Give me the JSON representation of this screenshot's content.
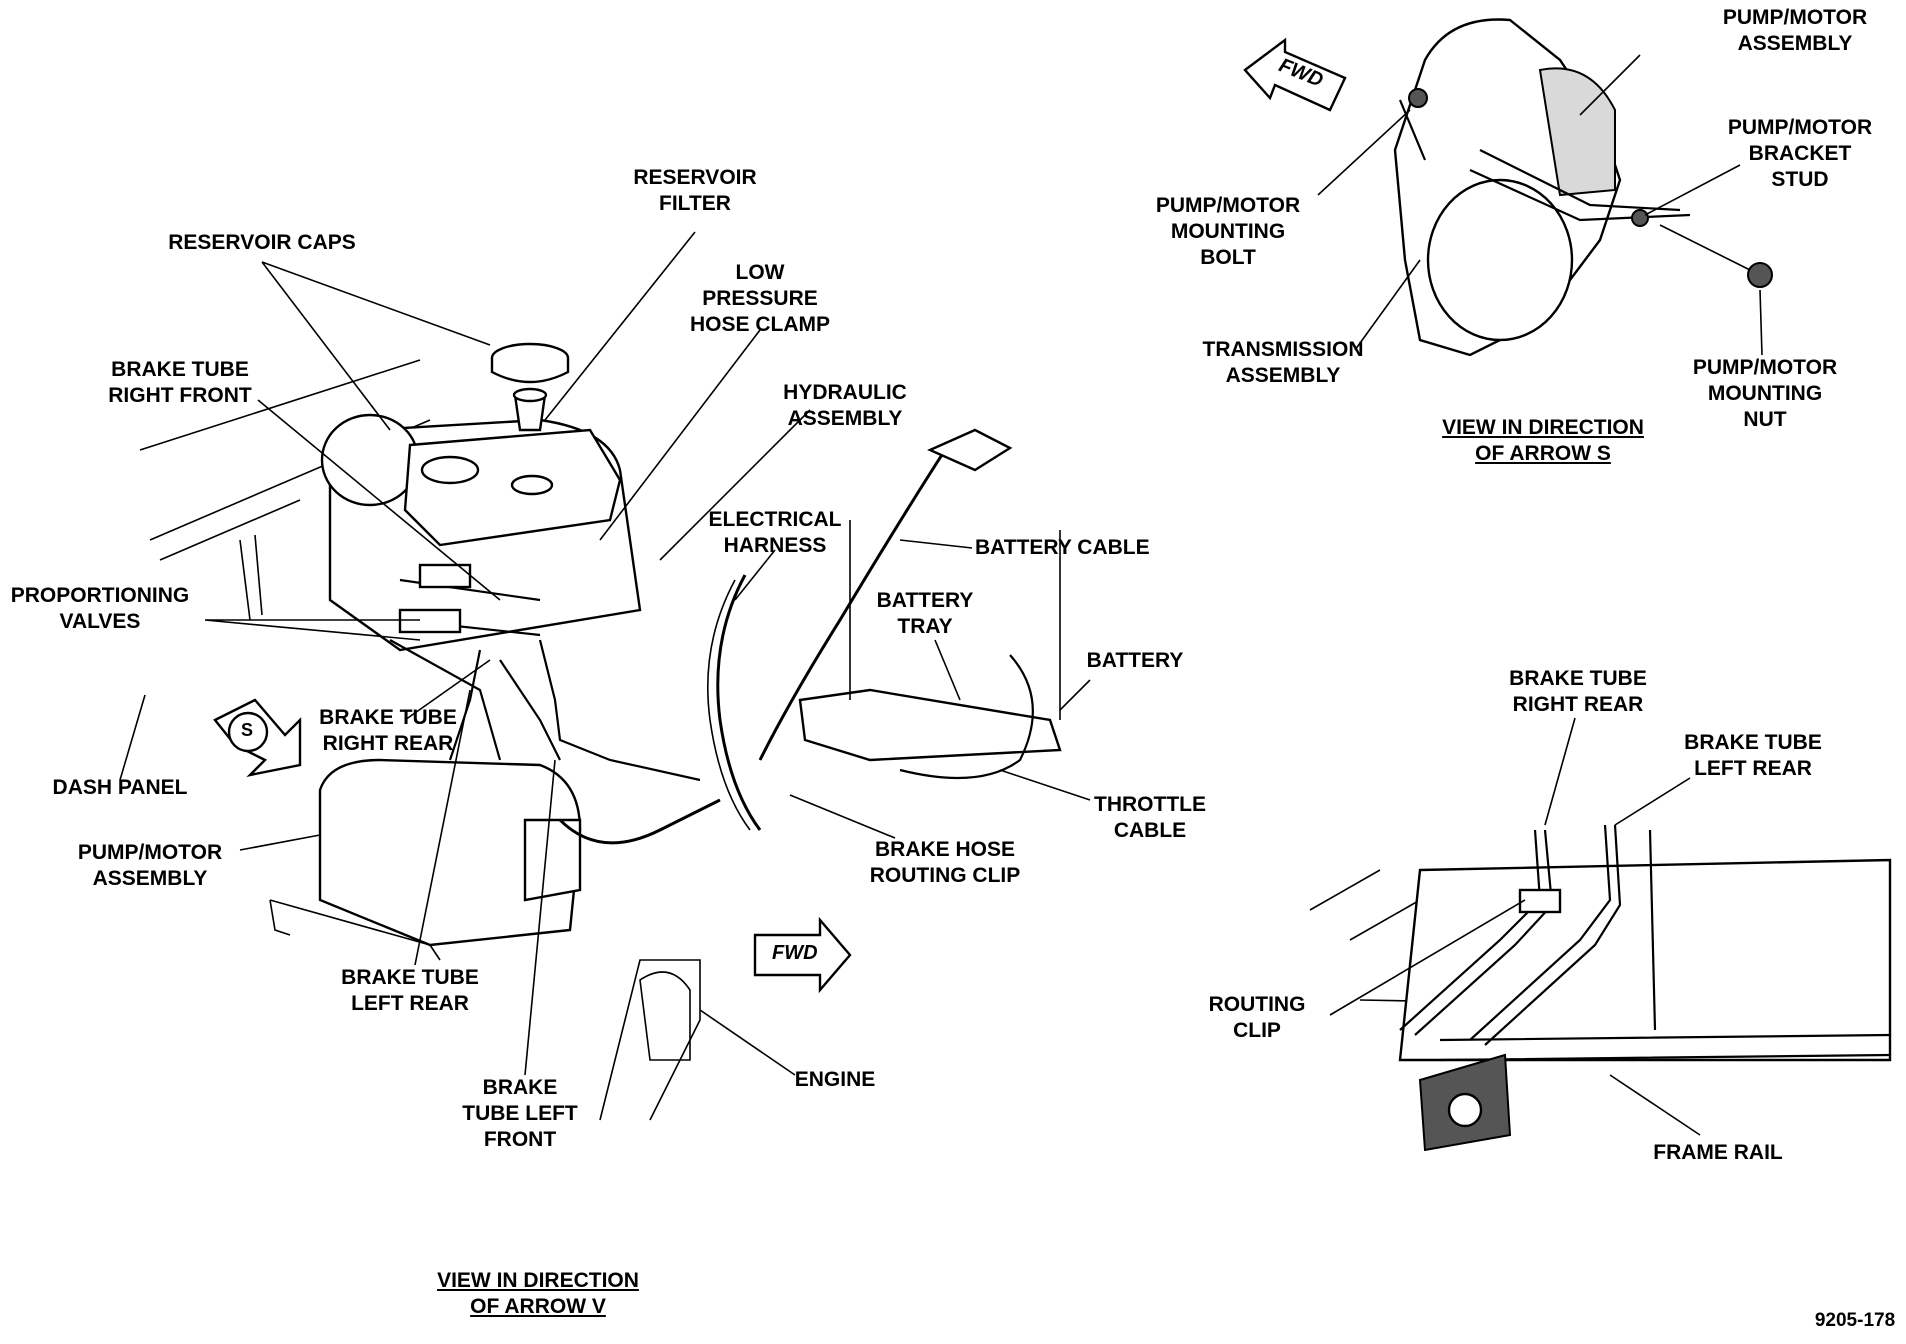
{
  "main_view": {
    "title": [
      "VIEW IN DIRECTION",
      "OF ARROW V"
    ],
    "labels": {
      "reservoir_caps": [
        "RESERVOIR CAPS"
      ],
      "reservoir_filter": [
        "RESERVOIR",
        "FILTER"
      ],
      "low_pressure_hose_clamp": [
        "LOW",
        "PRESSURE",
        "HOSE CLAMP"
      ],
      "hydraulic_assembly": [
        "HYDRAULIC",
        "ASSEMBLY"
      ],
      "brake_tube_right_front": [
        "BRAKE TUBE",
        "RIGHT FRONT"
      ],
      "electrical_harness": [
        "ELECTRICAL",
        "HARNESS"
      ],
      "battery_cable": [
        "BATTERY CABLE"
      ],
      "battery_tray": [
        "BATTERY",
        "TRAY"
      ],
      "battery": [
        "BATTERY"
      ],
      "proportioning_valves": [
        "PROPORTIONING",
        "VALVES"
      ],
      "brake_tube_right_rear": [
        "BRAKE TUBE",
        "RIGHT REAR"
      ],
      "dash_panel": [
        "DASH PANEL"
      ],
      "pump_motor_assembly": [
        "PUMP/MOTOR",
        "ASSEMBLY"
      ],
      "throttle_cable": [
        "THROTTLE",
        "CABLE"
      ],
      "brake_hose_routing_clip": [
        "BRAKE HOSE",
        "ROUTING CLIP"
      ],
      "brake_tube_left_rear": [
        "BRAKE TUBE",
        "LEFT REAR"
      ],
      "brake_tube_left_front": [
        "BRAKE",
        "TUBE LEFT",
        "FRONT"
      ],
      "engine": [
        "ENGINE"
      ]
    },
    "fwd_arrow": "FWD",
    "s_arrow": "S"
  },
  "view_s": {
    "title": [
      "VIEW IN DIRECTION",
      "OF ARROW S"
    ],
    "labels": {
      "pump_motor_assembly": [
        "PUMP/MOTOR",
        "ASSEMBLY"
      ],
      "pump_motor_bracket_stud": [
        "PUMP/MOTOR",
        "BRACKET",
        "STUD"
      ],
      "pump_motor_mounting_bolt": [
        "PUMP/MOTOR",
        "MOUNTING",
        "BOLT"
      ],
      "transmission_assembly": [
        "TRANSMISSION",
        "ASSEMBLY"
      ],
      "pump_motor_mounting_nut": [
        "PUMP/MOTOR",
        "MOUNTING",
        "NUT"
      ]
    },
    "fwd_arrow": "FWD"
  },
  "rear_view": {
    "labels": {
      "brake_tube_right_rear": [
        "BRAKE TUBE",
        "RIGHT REAR"
      ],
      "brake_tube_left_rear": [
        "BRAKE TUBE",
        "LEFT REAR"
      ],
      "routing_clip": [
        "ROUTING",
        "CLIP"
      ],
      "frame_rail": [
        "FRAME RAIL"
      ]
    }
  },
  "figure_number": "9205-178"
}
